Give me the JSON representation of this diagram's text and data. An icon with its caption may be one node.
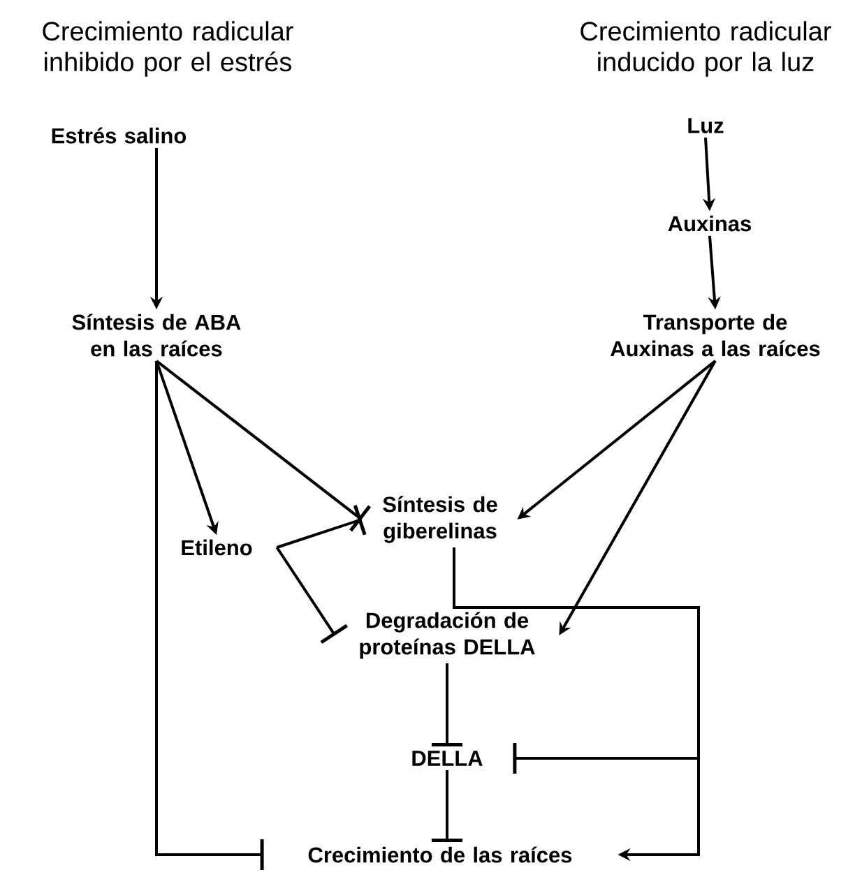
{
  "diagram": {
    "nodes": [
      {
        "text": [
          "Estrés salino"
        ]
      },
      {
        "text": [
          "Síntesis de ABA en las raíces"
        ]
      },
      {
        "text": [
          "Luz"
        ]
      },
      {
        "text": [
          "Auxinas"
        ]
      },
      {
        "text": [
          "Transporte de Auxinas a las raíces"
        ]
      },
      {
        "text": [
          "Etileno"
        ]
      },
      {
        "text": [
          "Síntesis de giberelinas"
        ]
      },
      {
        "text": [
          "Degradación de proteínas DELLA"
        ]
      },
      {
        "text": [
          "DELLA"
        ]
      },
      {
        "text": [
          "Crecimiento de las raíces"
        ]
      }
    ],
    "edges": [
      {
        "from": 0,
        "to": 1,
        "arrow": "to"
      },
      {
        "from": 2,
        "to": 3,
        "arrow": "to"
      },
      {
        "from": 3,
        "to": 4,
        "arrow": "to"
      },
      {
        "from": 1,
        "to": 5,
        "arrow": "to"
      },
      {
        "from": 1,
        "to": 6,
        "arrow": "other"
      },
      {
        "from": 5,
        "to": 6,
        "arrow": "other"
      },
      {
        "from": 5,
        "to": 7,
        "arrow": "other"
      },
      {
        "from": 1,
        "to": 9,
        "arrow": "other"
      },
      {
        "from": 4,
        "to": 6,
        "arrow": "to"
      },
      {
        "from": 4,
        "to": 7,
        "arrow": "to"
      },
      {
        "from": 6,
        "to": 8,
        "arrow": "other"
      },
      {
        "from": 6,
        "to": 9,
        "arrow": "to"
      },
      {
        "from": 7,
        "to": 8,
        "arrow": "other"
      },
      {
        "from": 8,
        "to": 9,
        "arrow": "other"
      }
    ],
    "labels": [
      "Crecimiento radicular inhibido por el estrés",
      "Crecimiento radicular inducido por la luz"
    ]
  }
}
